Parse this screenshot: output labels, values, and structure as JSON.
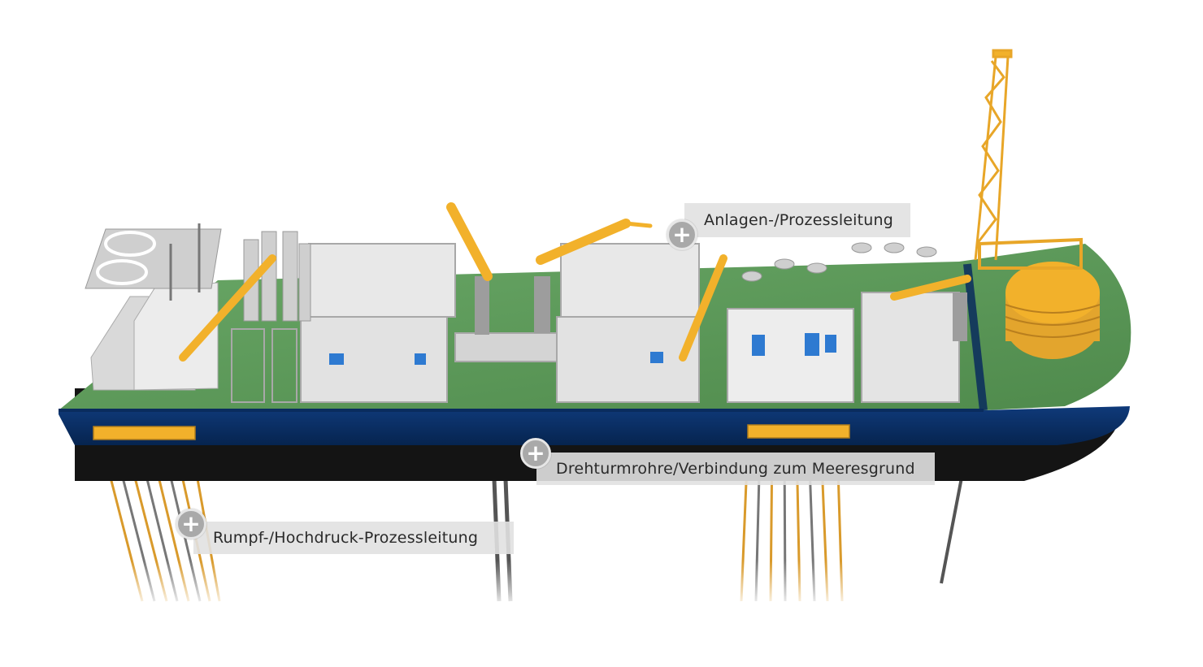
{
  "hotspots": {
    "anlagen": {
      "label": "Anlagen-/Prozessleitung",
      "icon": "plus-icon"
    },
    "drehturm": {
      "label": "Drehturmrohre/Verbindung zum Meeresgrund",
      "icon": "plus-icon"
    },
    "rumpf": {
      "label": "Rumpf-/Hochdruck-Prozessleitung",
      "icon": "plus-icon"
    }
  },
  "colors": {
    "deck": "#5f9a5c",
    "hull_band": "#0c3470",
    "hull_bottom": "#151515",
    "crane": "#f2b12b",
    "structure": "#c8c8c8",
    "equipment_blue": "#2e7ad1",
    "riser_orange": "#d99a2b"
  }
}
